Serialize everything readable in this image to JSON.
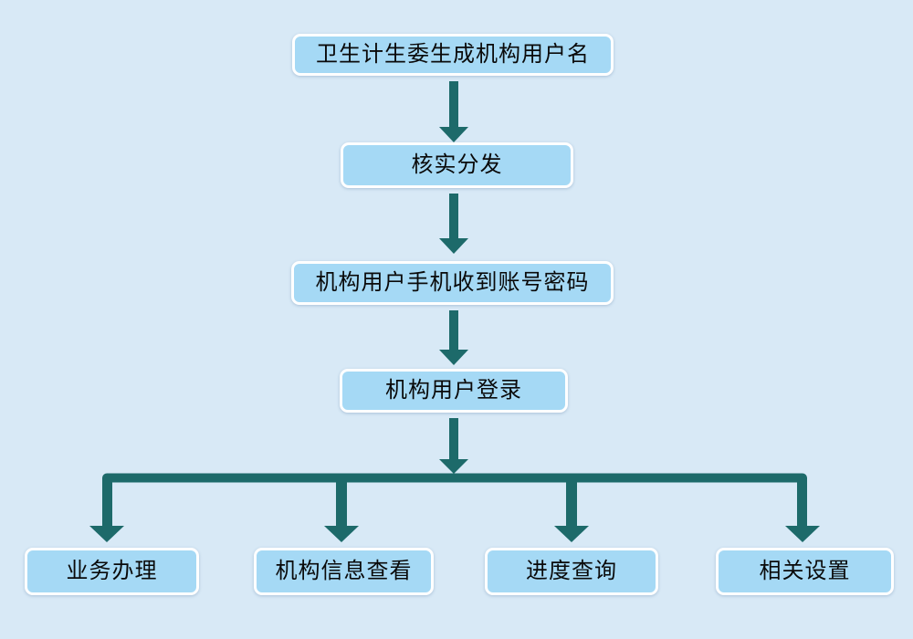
{
  "diagram": {
    "type": "flowchart",
    "nodes": [
      {
        "id": "generate-username",
        "label": "卫生计生委生成机构用户名"
      },
      {
        "id": "verify-distribute",
        "label": "核实分发"
      },
      {
        "id": "receive-credentials",
        "label": "机构用户手机收到账号密码"
      },
      {
        "id": "org-user-login",
        "label": "机构用户登录"
      },
      {
        "id": "business-handling",
        "label": "业务办理"
      },
      {
        "id": "org-info-view",
        "label": "机构信息查看"
      },
      {
        "id": "progress-query",
        "label": "进度查询"
      },
      {
        "id": "related-settings",
        "label": "相关设置"
      }
    ],
    "edges": [
      {
        "from": "卫生计生委生成机构用户名",
        "to": "核实分发"
      },
      {
        "from": "核实分发",
        "to": "机构用户手机收到账号密码"
      },
      {
        "from": "机构用户手机收到账号密码",
        "to": "机构用户登录"
      },
      {
        "from": "机构用户登录",
        "to": "业务办理"
      },
      {
        "from": "机构用户登录",
        "to": "机构信息查看"
      },
      {
        "from": "机构用户登录",
        "to": "进度查询"
      },
      {
        "from": "机构用户登录",
        "to": "相关设置"
      }
    ]
  },
  "colors": {
    "page-bg": "#d8e9f6",
    "node-fill": "#a5d9f5",
    "node-border": "#ffffff",
    "node-text": "#0a0a0a",
    "arrow-color": "#1d6a6a"
  }
}
